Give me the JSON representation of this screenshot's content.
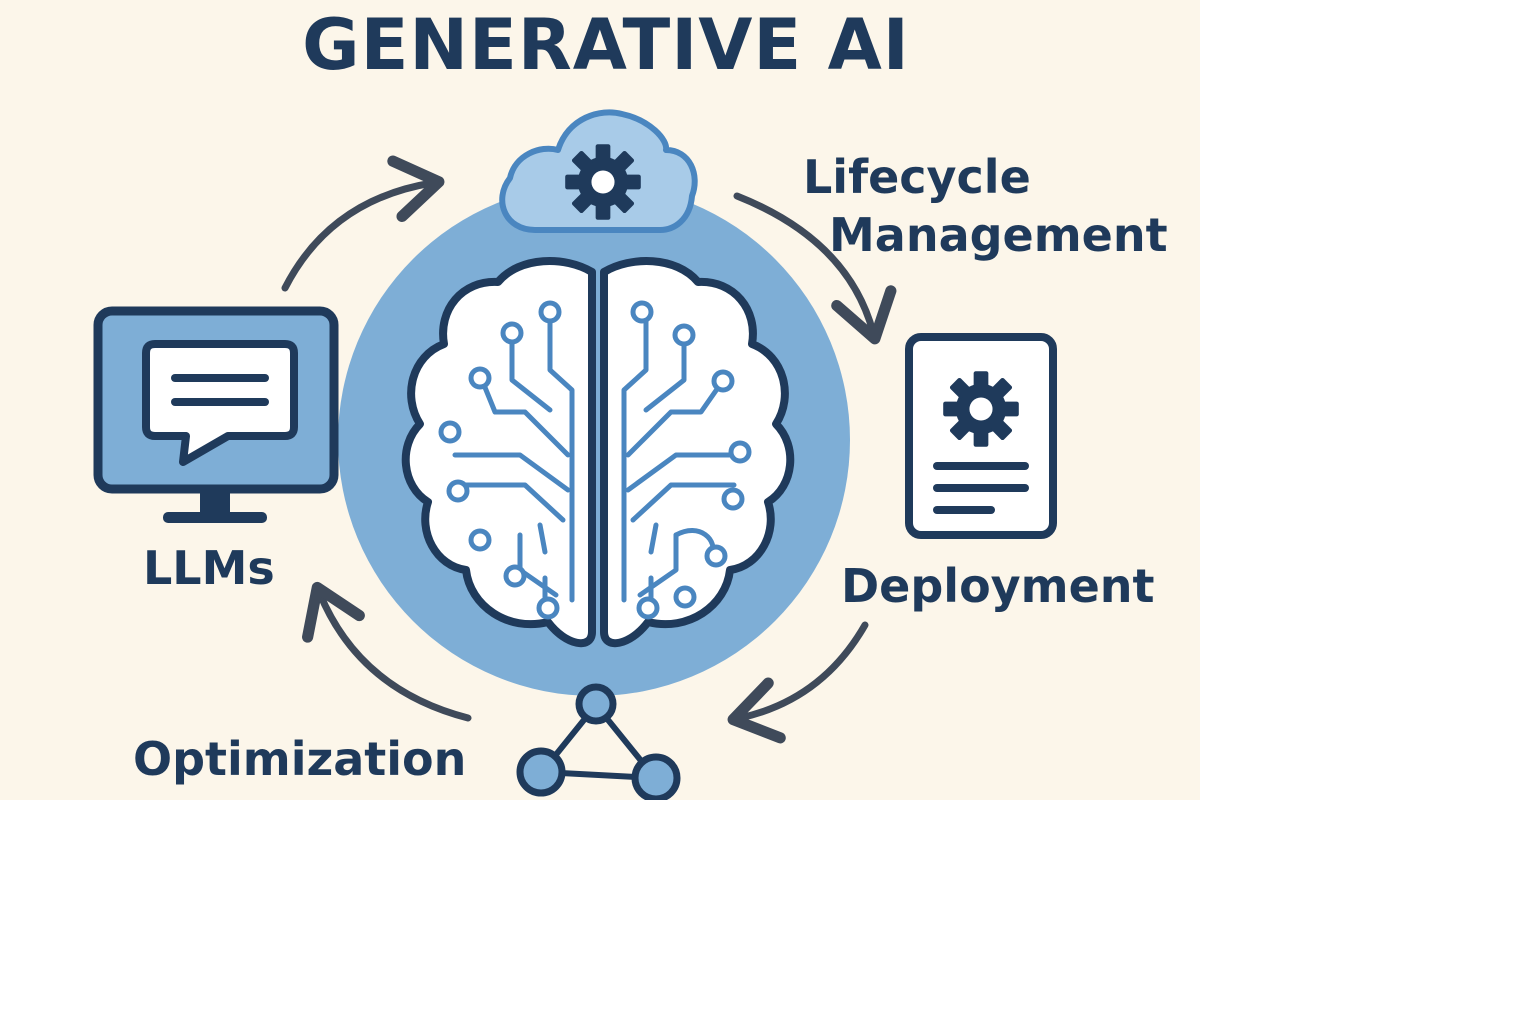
{
  "diagram": {
    "title": "GENERATIVE AI",
    "labels": {
      "lifecycle_line1": "Lifecycle",
      "lifecycle_line2": "Management",
      "llms": "LLMs",
      "deployment": "Deployment",
      "optimization": "Optimization"
    },
    "icons": [
      "cloud-gear-icon",
      "brain-circuit-icon",
      "monitor-chat-icon",
      "document-gear-icon",
      "network-nodes-icon"
    ],
    "colors": {
      "background": "#fcf6ea",
      "dark_navy": "#1f3a5b",
      "circle_blue": "#7eaed6",
      "light_blue": "#a8cbe8",
      "circuit_blue": "#4a86c0",
      "arrow_gray": "#3f4a5a"
    }
  }
}
